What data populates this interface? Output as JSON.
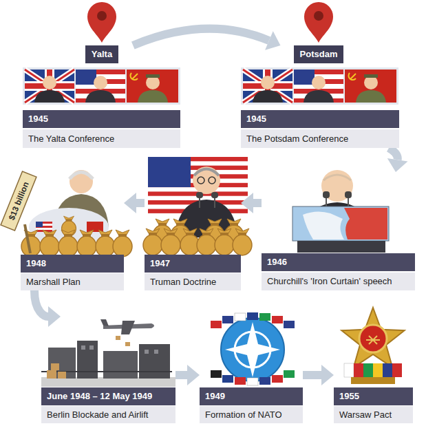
{
  "diagram": {
    "nodes": [
      {
        "text": [
          "Yalta",
          "1945",
          "The Yalta Conference"
        ]
      },
      {
        "text": [
          "Potsdam",
          "1945",
          "The Potsdam Conference"
        ]
      },
      {
        "text": [
          "1946",
          "Churchill's 'Iron Curtain' speech"
        ]
      },
      {
        "text": [
          "1947",
          "Truman Doctrine"
        ]
      },
      {
        "text": [
          "1948",
          "Marshall Plan"
        ]
      },
      {
        "text": [
          "June 1948 – 12 May 1949",
          "Berlin Blockade and Airlift"
        ]
      },
      {
        "text": [
          "1949",
          "Formation of NATO"
        ]
      },
      {
        "text": [
          "1955",
          "Warsaw Pact"
        ]
      }
    ],
    "edges": [
      {
        "from": 0,
        "to": 1,
        "arrow": "to"
      },
      {
        "from": 1,
        "to": 2,
        "arrow": "to"
      },
      {
        "from": 2,
        "to": 3,
        "arrow": "to"
      },
      {
        "from": 3,
        "to": 4,
        "arrow": "to"
      },
      {
        "from": 4,
        "to": 5,
        "arrow": "to"
      },
      {
        "from": 5,
        "to": 6,
        "arrow": "to"
      },
      {
        "from": 6,
        "to": 7,
        "arrow": "to"
      }
    ],
    "labels": [
      "$13 billion"
    ]
  }
}
